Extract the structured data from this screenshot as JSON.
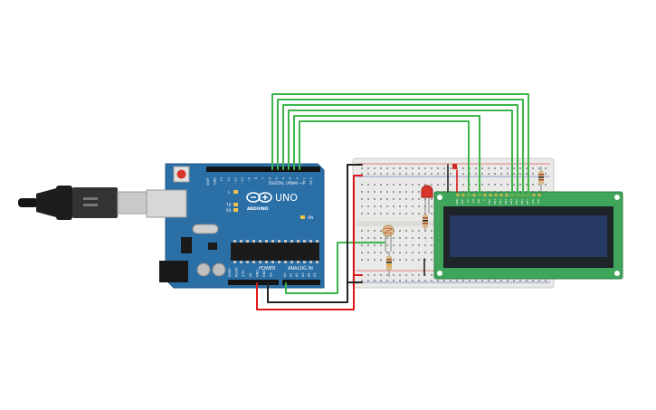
{
  "arduino": {
    "brand": "ARDUINO",
    "model": "UNO",
    "digital_header_label": "DIGITAL (PWM ~)",
    "power_header_label": "POWER",
    "analog_header_label": "ANALOG IN",
    "led_labels": [
      "L",
      "TX",
      "RX"
    ],
    "on_label": "ON",
    "digital_pins": [
      "AREF",
      "GND",
      "13",
      "12",
      "~11",
      "~10",
      "~9",
      "8",
      "7",
      "~6",
      "~5",
      "4",
      "~3",
      "2",
      "TX 1",
      "RX 0"
    ],
    "power_pins": [
      "IOREF",
      "RESET",
      "3.3V",
      "5V",
      "GND",
      "GND",
      "Vin"
    ],
    "analog_pins": [
      "A0",
      "A1",
      "A2",
      "A3",
      "A4",
      "A5"
    ]
  },
  "lcd": {
    "pin_labels": [
      "GND",
      "VCC",
      "V0",
      "RS",
      "RW",
      "E",
      "DB0",
      "DB1",
      "DB2",
      "DB3",
      "DB4",
      "DB5",
      "DB6",
      "DB7",
      "LED",
      "LED"
    ]
  },
  "colors": {
    "board": "#2b6fa7",
    "wire_green": "#3db54a",
    "wire_red": "#e0181b",
    "wire_black": "#222222",
    "breadboard": "#e9e9e7",
    "lcd_pcb": "#3fa55a",
    "lcd_screen": "#273a63"
  },
  "components": [
    "usb-cable",
    "arduino-uno",
    "breadboard",
    "led",
    "photoresistor",
    "resistors",
    "lcd-16x2"
  ]
}
